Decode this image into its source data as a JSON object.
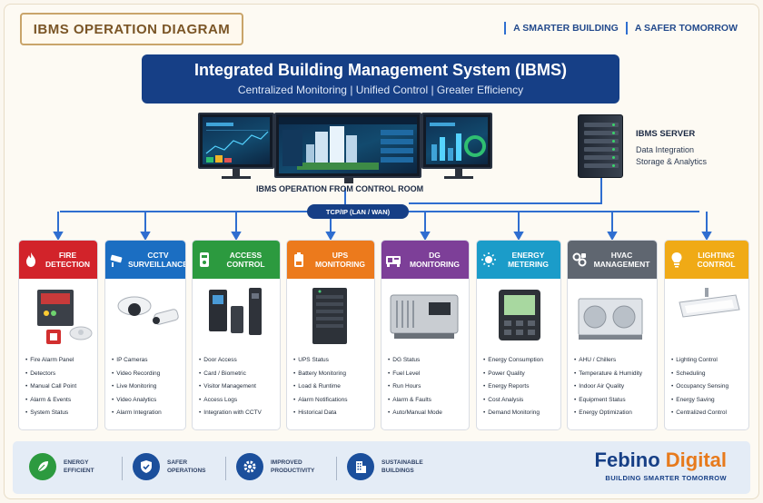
{
  "header": {
    "title": "IBMS OPERATION DIAGRAM",
    "tagline_1": "A SMARTER BUILDING",
    "tagline_2": "A SAFER TOMORROW"
  },
  "banner": {
    "title": "Integrated Building Management System (IBMS)",
    "subtitle": "Centralized Monitoring  |  Unified Control  |  Greater Efficiency"
  },
  "control_room": {
    "label": "IBMS OPERATION FROM CONTROL ROOM"
  },
  "server": {
    "title": "IBMS SERVER",
    "line_1": "Data Integration",
    "line_2": "Storage & Analytics"
  },
  "network": {
    "label": "TCP/IP (LAN / WAN)"
  },
  "systems": [
    {
      "title_1": "FIRE",
      "title_2": "DETECTION",
      "color": "#d2232a",
      "icon": "flame-icon",
      "items": [
        "Fire Alarm Panel",
        "Detectors",
        "Manual Call Point",
        "Alarm & Events",
        "System Status"
      ]
    },
    {
      "title_1": "CCTV",
      "title_2": "SURVEILLANCE",
      "color": "#1b6ec2",
      "icon": "cctv-camera-icon",
      "items": [
        "IP Cameras",
        "Video Recording",
        "Live Monitoring",
        "Video Analytics",
        "Alarm Integration"
      ]
    },
    {
      "title_1": "ACCESS",
      "title_2": "CONTROL",
      "color": "#2c9a3f",
      "icon": "access-card-icon",
      "items": [
        "Door Access",
        "Card / Biometric",
        "Visitor Management",
        "Access Logs",
        "Integration with CCTV"
      ]
    },
    {
      "title_1": "UPS",
      "title_2": "MONITORING",
      "color": "#ec7a1c",
      "icon": "battery-icon",
      "items": [
        "UPS Status",
        "Battery Monitoring",
        "Load & Runtime",
        "Alarm Notifications",
        "Historical Data"
      ]
    },
    {
      "title_1": "DG",
      "title_2": "MONITORING",
      "color": "#7d3f98",
      "icon": "generator-icon",
      "items": [
        "DG Status",
        "Fuel Level",
        "Run Hours",
        "Alarm & Faults",
        "Auto/Manual Mode"
      ]
    },
    {
      "title_1": "ENERGY",
      "title_2": "METERING",
      "color": "#1b9cc9",
      "icon": "energy-bulb-icon",
      "items": [
        "Energy Consumption",
        "Power Quality",
        "Energy Reports",
        "Cost Analysis",
        "Demand Monitoring"
      ]
    },
    {
      "title_1": "HVAC",
      "title_2": "MANAGEMENT",
      "color": "#5f6670",
      "icon": "hvac-gear-icon",
      "items": [
        "AHU / Chillers",
        "Temperature & Humidity",
        "Indoor Air Quality",
        "Equipment Status",
        "Energy Optimization"
      ]
    },
    {
      "title_1": "LIGHTING",
      "title_2": "CONTROL",
      "color": "#f0aa16",
      "icon": "lightbulb-icon",
      "items": [
        "Lighting Control",
        "Scheduling",
        "Occupancy Sensing",
        "Energy Saving",
        "Centralized Control"
      ]
    }
  ],
  "features": [
    {
      "line_1": "ENERGY",
      "line_2": "EFFICIENT",
      "color": "#2c9a3f",
      "icon": "leaf-icon"
    },
    {
      "line_1": "SAFER",
      "line_2": "OPERATIONS",
      "color": "#1b4f9c",
      "icon": "shield-icon"
    },
    {
      "line_1": "IMPROVED",
      "line_2": "PRODUCTIVITY",
      "color": "#1b4f9c",
      "icon": "gear-icon"
    },
    {
      "line_1": "SUSTAINABLE",
      "line_2": "BUILDINGS",
      "color": "#1b4f9c",
      "icon": "building-icon"
    }
  ],
  "brand": {
    "name_1": "Febino ",
    "name_2": "Digital",
    "tagline": "BUILDING SMARTER TOMORROW"
  }
}
